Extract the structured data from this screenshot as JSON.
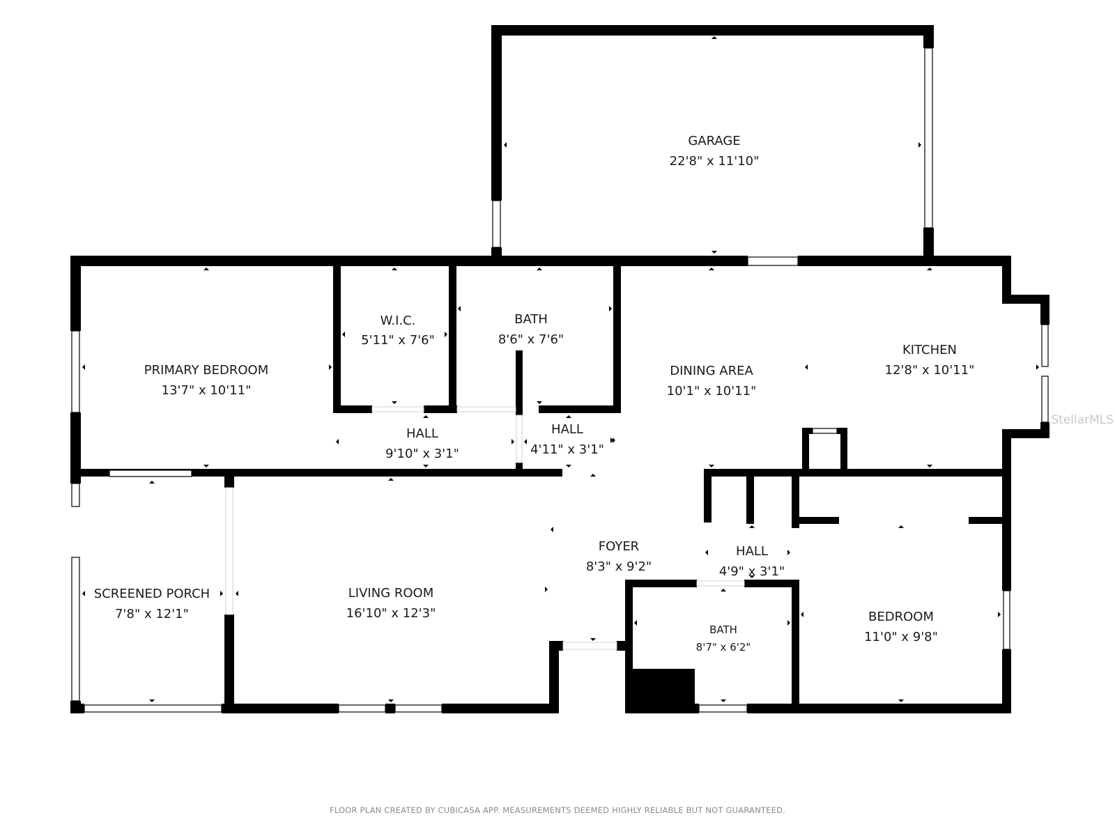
{
  "rooms": {
    "garage": {
      "name": "GARAGE",
      "dims": "22'8\" x 11'10\""
    },
    "wic": {
      "name": "W.I.C.",
      "dims": "5'11\" x 7'6\""
    },
    "bath_upper": {
      "name": "BATH",
      "dims": "8'6\" x 7'6\""
    },
    "primary_bedroom": {
      "name": "PRIMARY BEDROOM",
      "dims": "13'7\" x 10'11\""
    },
    "dining_area": {
      "name": "DINING AREA",
      "dims": "10'1\" x 10'11\""
    },
    "kitchen": {
      "name": "KITCHEN",
      "dims": "12'8\" x 10'11\""
    },
    "hall_1": {
      "name": "HALL",
      "dims": "9'10\" x 3'1\""
    },
    "hall_2": {
      "name": "HALL",
      "dims": "4'11\" x 3'1\""
    },
    "screened_porch": {
      "name": "SCREENED PORCH",
      "dims": "7'8\" x 12'1\""
    },
    "living_room": {
      "name": "LIVING ROOM",
      "dims": "16'10\" x 12'3\""
    },
    "foyer": {
      "name": "FOYER",
      "dims": "8'3\" x 9'2\""
    },
    "hall_3": {
      "name": "HALL",
      "dims": "4'9\" x 3'1\""
    },
    "bath_lower": {
      "name": "BATH",
      "dims": "8'7\" x 6'2\""
    },
    "bedroom": {
      "name": "BEDROOM",
      "dims": "11'0\" x 9'8\""
    }
  },
  "watermark": "StellarMLS",
  "footer": "FLOOR PLAN CREATED BY CUBICASA APP. MEASUREMENTS DEEMED HIGHLY RELIABLE BUT NOT GUARANTEED.",
  "colors": {
    "wall": "#000000",
    "background": "#ffffff",
    "footer_text": "#8a8a8a",
    "watermark": "#c9c9c9"
  }
}
